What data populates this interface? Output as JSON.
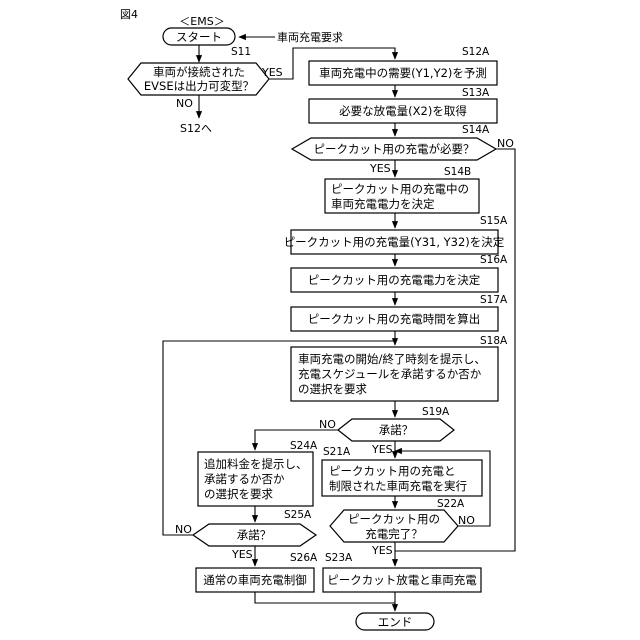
{
  "figure_label": "図4",
  "ems_label": "＜EMS＞",
  "start": "スタート",
  "request": "車両充電要求",
  "end": "エンド",
  "yes": "YES",
  "no": "NO",
  "steps": {
    "s11": {
      "id": "S11",
      "lines": [
        "車両が接続された",
        "EVSEは出力可変型？"
      ]
    },
    "s11_next": "S12へ",
    "s12a": {
      "id": "S12A",
      "lines": [
        "車両充電中の需要(Y1,Y2)を予測"
      ]
    },
    "s13a": {
      "id": "S13A",
      "lines": [
        "必要な放電量(X2)を取得"
      ]
    },
    "s14a": {
      "id": "S14A",
      "lines": [
        "ピークカット用の充電が必要？"
      ]
    },
    "s14b": {
      "id": "S14B",
      "lines": [
        "ピークカット用の充電中の",
        "車両充電電力を決定"
      ]
    },
    "s15a": {
      "id": "S15A",
      "lines": [
        "ピークカット用の充電量(Y31, Y32)を決定"
      ]
    },
    "s16a": {
      "id": "S16A",
      "lines": [
        "ピークカット用の充電電力を決定"
      ]
    },
    "s17a": {
      "id": "S17A",
      "lines": [
        "ピークカット用の充電時間を算出"
      ]
    },
    "s18a": {
      "id": "S18A",
      "lines": [
        "車両充電の開始/終了時刻を提示し、",
        "充電スケジュールを承諾するか否か",
        "の選択を要求"
      ]
    },
    "s19a": {
      "id": "S19A",
      "lines": [
        "承諾？"
      ]
    },
    "s21a": {
      "id": "S21A",
      "lines": [
        "ピークカット用の充電と",
        "制限された車両充電を実行"
      ]
    },
    "s22a": {
      "id": "S22A",
      "lines": [
        "ピークカット用の",
        "充電完了？"
      ]
    },
    "s23a": {
      "id": "S23A",
      "lines": [
        "ピークカット放電と車両充電"
      ]
    },
    "s24a": {
      "id": "S24A",
      "lines": [
        "追加料金を提示し、",
        "承諾するか否か",
        "の選択を要求"
      ]
    },
    "s25a": {
      "id": "S25A",
      "lines": [
        "承諾？"
      ]
    },
    "s26a": {
      "id": "S26A",
      "lines": [
        "通常の車両充電制御"
      ]
    }
  }
}
